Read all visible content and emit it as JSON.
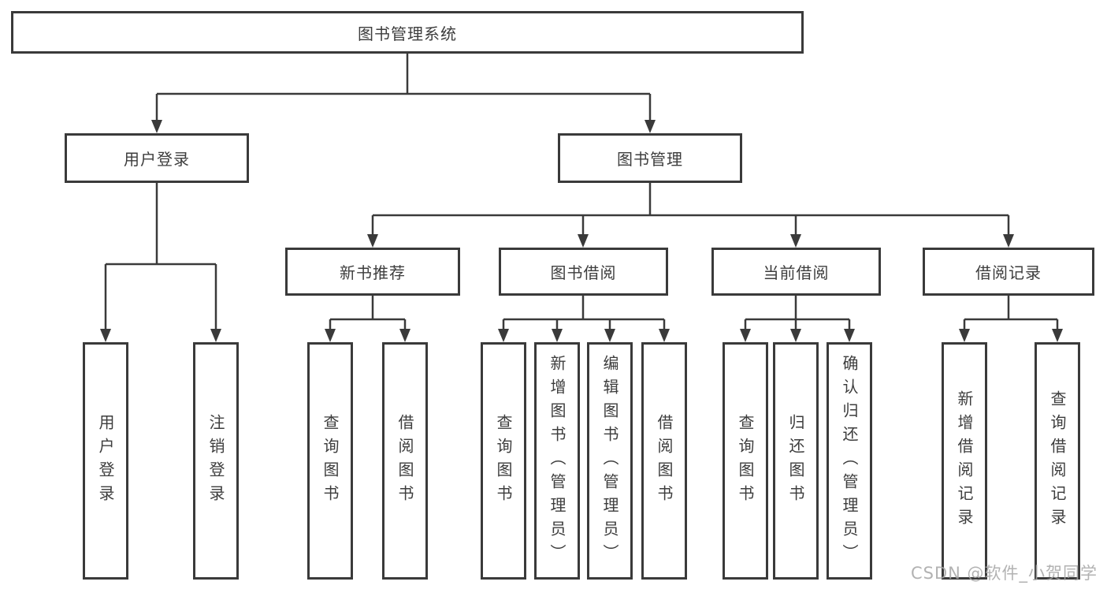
{
  "tree": {
    "root": "图书管理系统",
    "branches": [
      {
        "label": "用户登录",
        "children": [
          {
            "label": "用户登录"
          },
          {
            "label": "注销登录"
          }
        ]
      },
      {
        "label": "图书管理",
        "children": [
          {
            "label": "新书推荐",
            "children": [
              {
                "label": "查询图书"
              },
              {
                "label": "借阅图书"
              }
            ]
          },
          {
            "label": "图书借阅",
            "children": [
              {
                "label": "查询图书"
              },
              {
                "label": "新增图书（管理员）"
              },
              {
                "label": "编辑图书（管理员）"
              },
              {
                "label": "借阅图书"
              }
            ]
          },
          {
            "label": "当前借阅",
            "children": [
              {
                "label": "查询图书"
              },
              {
                "label": "归还图书"
              },
              {
                "label": "确认归还（管理员）"
              }
            ]
          },
          {
            "label": "借阅记录",
            "children": [
              {
                "label": "新增借阅记录"
              },
              {
                "label": "查询借阅记录"
              }
            ]
          }
        ]
      }
    ]
  },
  "watermark": "CSDN @软件_小贺同学",
  "colors": {
    "line": "#3a3a3a",
    "text": "#3d3d3d",
    "background": "#ffffff",
    "watermark": "#a5a5a5"
  }
}
